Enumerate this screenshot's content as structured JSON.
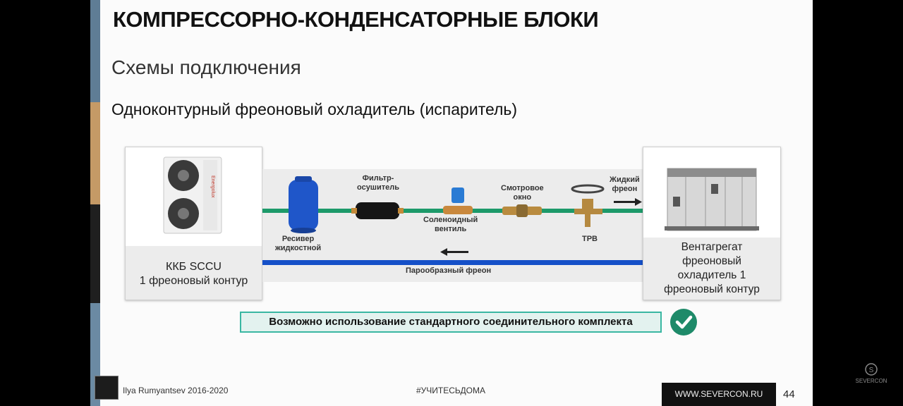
{
  "slide": {
    "title": "КОМПРЕССОРНО-КОНДЕНСАТОРНЫЕ БЛОКИ",
    "subtitle": "Схемы подключения",
    "heading": "Одноконтурный фреоновый охладитель (испаритель)"
  },
  "left_unit": {
    "brand_text": "Energolux",
    "caption_line1": "ККБ SCCU",
    "caption_line2": "1 фреоновый контур"
  },
  "right_unit": {
    "caption_line1": "Вентагрегат",
    "caption_line2": "фреоновый",
    "caption_line3": "охладитель 1",
    "caption_line4": "фреоновый контур"
  },
  "diagram": {
    "receiver_l1": "Ресивер",
    "receiver_l2": "жидкостной",
    "filter_l1": "Фильтр-",
    "filter_l2": "осушитель",
    "solenoid_l1": "Соленоидный",
    "solenoid_l2": "вентиль",
    "sightglass_l1": "Смотровое",
    "sightglass_l2": "окно",
    "trv": "ТРВ",
    "liquid_l1": "Жидкий",
    "liquid_l2": "фреон",
    "vapor": "Парообразный фреон",
    "liquid_color": "#1d9a6a",
    "vapor_color": "#1550c8"
  },
  "banner": {
    "text": "Возможно использование стандартного соединительного комплекта",
    "check_icon": "check-circle-icon",
    "check_color": "#1e8a69"
  },
  "footer": {
    "author": "Ilya Rumyantsev   2016-2020",
    "hashtag": "#УЧИТЕСЬДОМА",
    "website": "WWW.SEVERCON.RU",
    "page": "44"
  },
  "watermark": {
    "brand": "SEVERCON"
  }
}
